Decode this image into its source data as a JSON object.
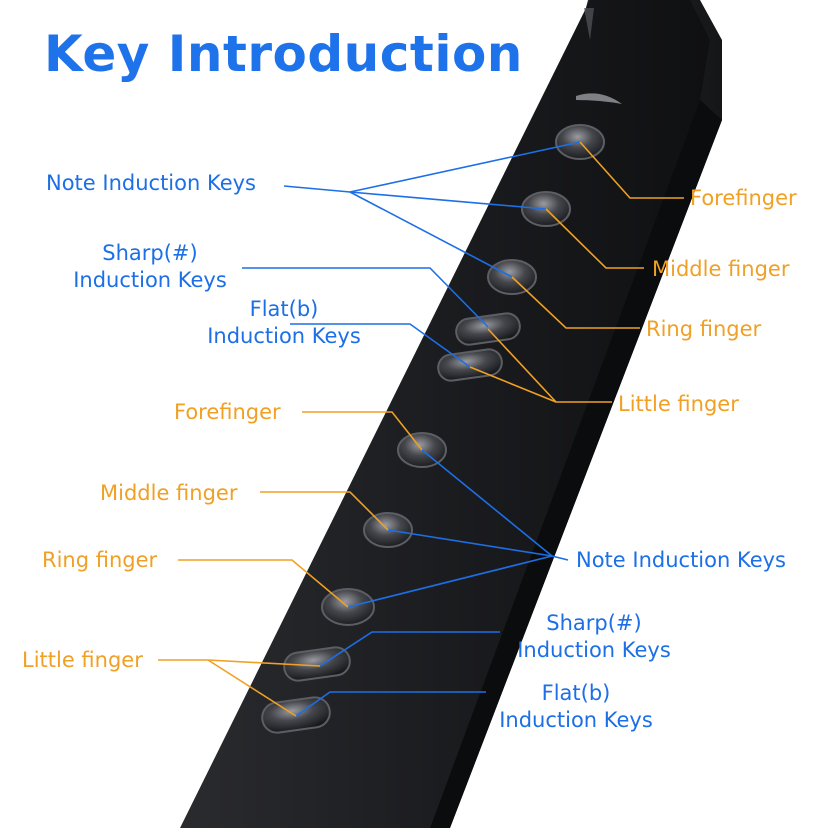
{
  "title": "Key Introduction",
  "colors": {
    "blue": "#1c6fe6",
    "orange": "#f0a024",
    "body": "#1e1f22"
  },
  "top_section": {
    "note_keys": "Note Induction Keys",
    "sharp_line1": "Sharp(#)",
    "sharp_line2": "Induction Keys",
    "flat_line1": "Flat(b)",
    "flat_line2": "Induction Keys",
    "forefinger": "Forefinger",
    "middle": "Middle finger",
    "ring": "Ring finger",
    "little": "Little finger"
  },
  "bottom_section": {
    "forefinger": "Forefinger",
    "middle": "Middle finger",
    "ring": "Ring finger",
    "little": "Little finger",
    "note_keys": "Note Induction Keys",
    "sharp_line1": "Sharp(#)",
    "sharp_line2": "Induction Keys",
    "flat_line1": "Flat(b)",
    "flat_line2": "Induction Keys"
  }
}
